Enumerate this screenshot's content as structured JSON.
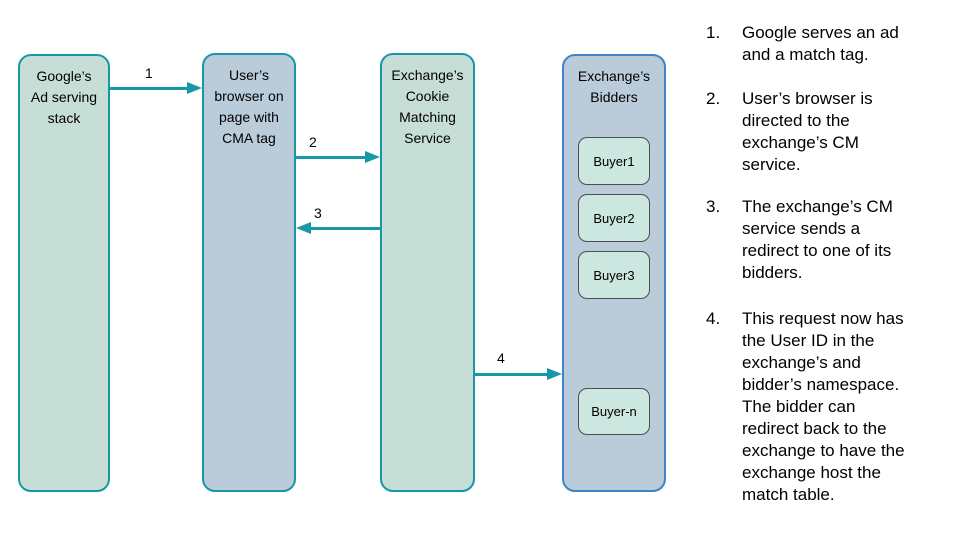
{
  "colors": {
    "teal_accent": "#1797a8",
    "green_node_fill": "#c6ded6",
    "blue_node_fill": "#bacbda",
    "bidders_border_blue": "#3d85c6",
    "buyer_fill": "#cce7e0",
    "buyer_border": "#4d4d4d",
    "text": "#000000",
    "background": "#ffffff"
  },
  "diagram": {
    "nodes": [
      {
        "id": "google-ad-stack",
        "label": "Google’s\nAd serving\nstack"
      },
      {
        "id": "user-browser",
        "label": "User’s\nbrowser on\npage with\nCMA tag"
      },
      {
        "id": "exchange-cm",
        "label": "Exchange’s\nCookie\nMatching\nService"
      },
      {
        "id": "exchange-bidders",
        "label": "Exchange’s\nBidders",
        "children": [
          "Buyer1",
          "Buyer2",
          "Buyer3",
          "Buyer-n"
        ]
      }
    ],
    "arrows": [
      {
        "label": "1",
        "from": "google-ad-stack",
        "to": "user-browser",
        "direction": "right"
      },
      {
        "label": "2",
        "from": "user-browser",
        "to": "exchange-cm",
        "direction": "right"
      },
      {
        "label": "3",
        "from": "exchange-cm",
        "to": "user-browser",
        "direction": "left"
      },
      {
        "label": "4",
        "from": "exchange-cm",
        "to": "exchange-bidders",
        "direction": "right"
      }
    ]
  },
  "steps": [
    {
      "num": "1.",
      "text": "Google serves an ad\nand a match tag."
    },
    {
      "num": "2.",
      "text": "User’s browser is\ndirected to the\nexchange’s CM\nservice."
    },
    {
      "num": "3.",
      "text": "The exchange’s CM\nservice sends a\nredirect to one of its\nbidders."
    },
    {
      "num": "4.",
      "text": "This request now has\nthe User ID in the\nexchange’s and\nbidder’s namespace.\nThe bidder can\nredirect back to the\nexchange to have the\nexchange host the\nmatch table."
    }
  ]
}
